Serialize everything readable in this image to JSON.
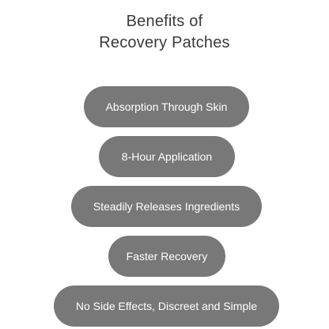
{
  "title": {
    "line1": "Benefits of",
    "line2": "Recovery Patches"
  },
  "benefits": [
    {
      "label": "Absorption Through Skin"
    },
    {
      "label": "8-Hour Application"
    },
    {
      "label": "Steadily Releases Ingredients"
    },
    {
      "label": "Faster Recovery"
    },
    {
      "label": "No Side Effects, Discreet and Simple"
    }
  ],
  "colors": {
    "pill_background": "#787878",
    "pill_text": "#ffffff",
    "title_text": "#3a3a3a",
    "page_background": "#ffffff"
  }
}
